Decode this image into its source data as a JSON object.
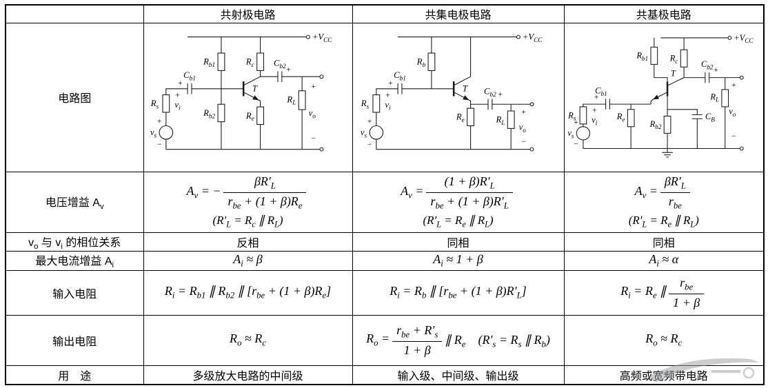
{
  "headers": {
    "ce": "共射极电路",
    "cc": "共集电极电路",
    "cb": "共基极电路"
  },
  "row_labels": {
    "circuit": "电路图",
    "gain": "电压增益 A_{v}",
    "phase": "v_{o} 与 v_{i} 的相位关系",
    "igain": "最大电流增益 A_{i}",
    "rin": "输入电阻",
    "rout": "输出电阻",
    "usage": "用　途"
  },
  "sym": {
    "plus": "+",
    "minus": "−"
  },
  "labels": {
    "vcc": "+V_{CC}",
    "t": "T",
    "rb1": "R_{b1}",
    "rb2": "R_{b2}",
    "rb": "R_{b}",
    "rc": "R_{c}",
    "re": "R_{e}",
    "rl": "R_{L}",
    "rs": "R_{s}",
    "cb1": "C_{b1}",
    "cb2": "C_{b2}",
    "cbb": "C_{B}",
    "vs": "v_{s}",
    "vi": "v_{i}",
    "vo": "v_{o}"
  },
  "formulas": {
    "gain": {
      "ce": {
        "lhs": "A_{v} = −",
        "num": "βR′_{L}",
        "den": "r_{be} + (1 + β)R_{e}",
        "note": "(R′_{L} = R_{c} ∥ R_{L})"
      },
      "cc": {
        "lhs": "A_{v} =",
        "num": "(1 + β)R′_{L}",
        "den": "r_{be} + (1 + β)R′_{L}",
        "note": "(R′_{L} = R_{e} ∥ R_{L})"
      },
      "cb": {
        "lhs": "A_{v} =",
        "num": "βR′_{L}",
        "den": "r_{be}",
        "note": "(R′_{L} = R_{e} ∥ R_{L})"
      }
    },
    "phase": {
      "ce": "反相",
      "cc": "同相",
      "cb": "同相"
    },
    "igain": {
      "ce": "A_{i} ≈ β",
      "cc": "A_{i} ≈ 1 + β",
      "cb": "A_{i} ≈ α"
    },
    "rin": {
      "ce": "R_{i} = R_{b1} ∥ R_{b2} ∥ [r_{be} + (1 + β)R_{e}]",
      "cc": "R_{i} = R_{b} ∥ [r_{be} + (1 + β)R′_{L}]",
      "cb": {
        "lhs": "R_{i} = R_{e} ∥",
        "num": "r_{be}",
        "den": "1 + β"
      }
    },
    "rout": {
      "ce": "R_{o} ≈ R_{c}",
      "cc": {
        "lhs": "R_{o} =",
        "num": "r_{be} + R′_{s}",
        "den": "1 + β",
        "tail": "∥ R_{e}　(R′_{s} = R_{s} ∥ R_{b})"
      },
      "cb": "R_{o} ≈ R_{c}"
    },
    "usage": {
      "ce": "多级放大电路的中间级",
      "cc": "输入级、中间级、输出级",
      "cb": "高频或宽频带电路"
    }
  }
}
